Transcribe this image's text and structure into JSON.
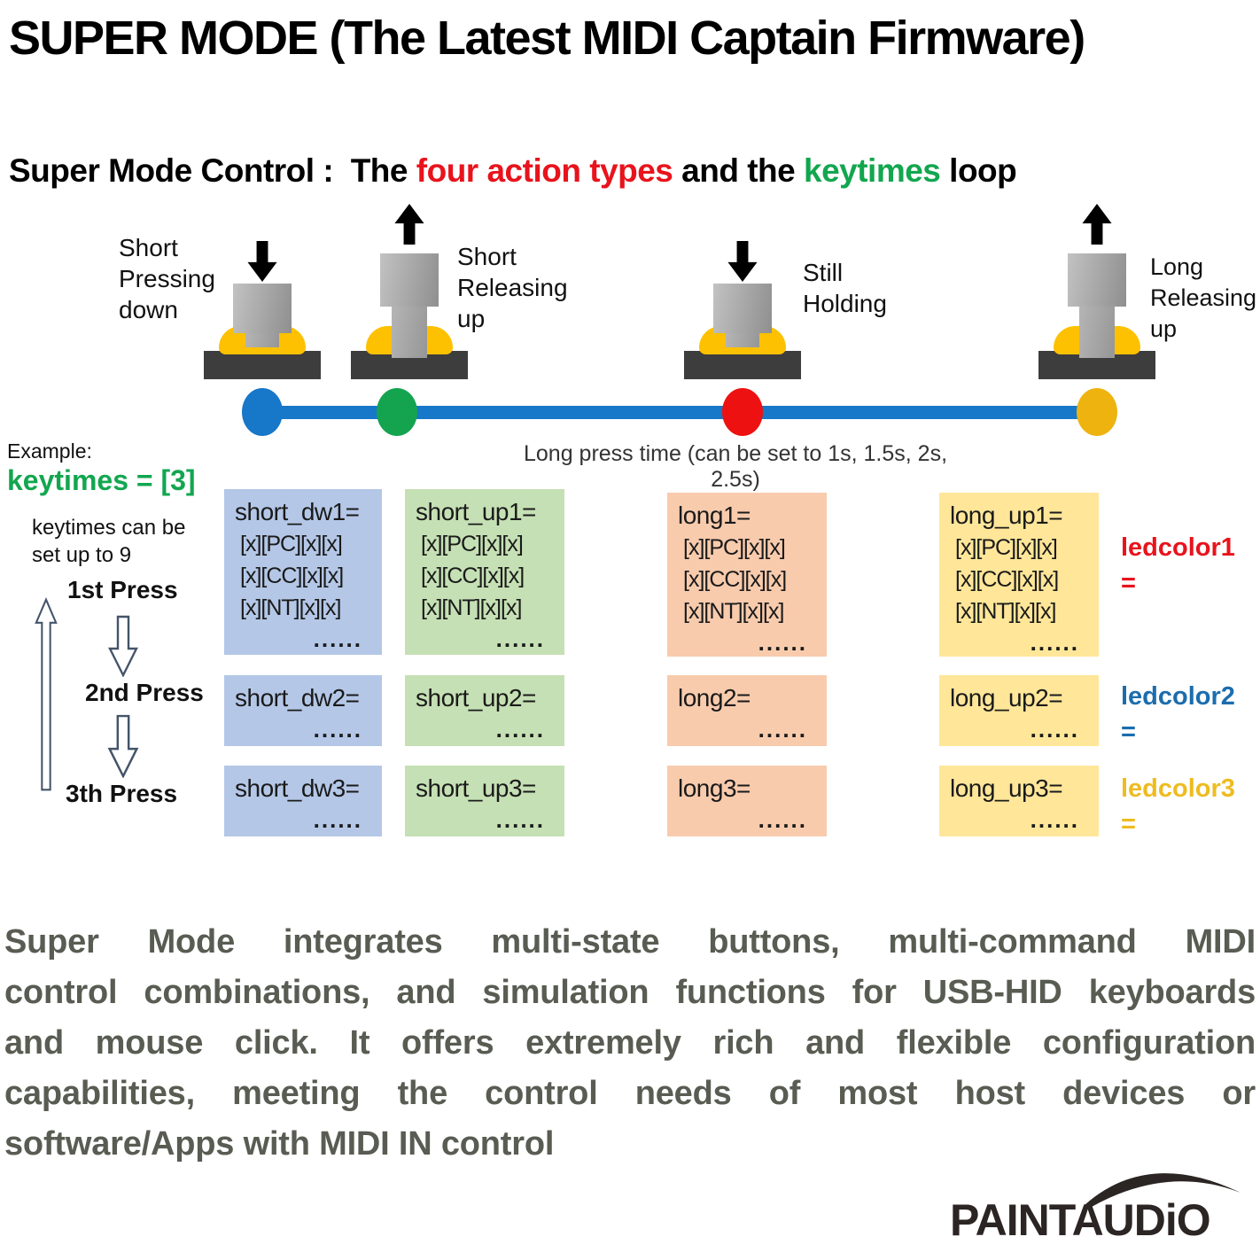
{
  "title": "SUPER MODE (The Latest MIDI Captain Firmware)",
  "subtitle": {
    "prefix": "Super Mode Control :  The ",
    "red_text": "four action types",
    "mid": " and the ",
    "green_text": "keytimes",
    "suffix": " loop"
  },
  "action_labels": [
    {
      "text": "Short\nPressing\ndown"
    },
    {
      "text": "Short\nReleasing\nup"
    },
    {
      "text": "Still\nHolding"
    },
    {
      "text": "Long\nReleasing\nup"
    }
  ],
  "timeline": {
    "caption": "Long press time (can be set to 1s, 1.5s, 2s, 2.5s)"
  },
  "example": {
    "heading": "Example:",
    "keytimes_label": "keytimes = [3]",
    "note": "keytimes can be\nset up to 9",
    "press_1": "1st Press",
    "press_2": "2nd Press",
    "press_3": "3th Press"
  },
  "boxes": [
    {
      "title": "short_dw1=",
      "line1": "[x][PC][x][x]",
      "line2": "[x][CC][x][x]",
      "line3": "[x][NT][x][x]",
      "more": "......"
    },
    {
      "title": "short_up1=",
      "line1": "[x][PC][x][x]",
      "line2": "[x][CC][x][x]",
      "line3": "[x][NT][x][x]",
      "more": "......"
    },
    {
      "title": "long1=",
      "line1": "[x][PC][x][x]",
      "line2": "[x][CC][x][x]",
      "line3": "[x][NT][x][x]",
      "more": "......"
    },
    {
      "title": "long_up1=",
      "line1": "[x][PC][x][x]",
      "line2": "[x][CC][x][x]",
      "line3": "[x][NT][x][x]",
      "more": "......"
    },
    {
      "title": "short_dw2=",
      "more": "......"
    },
    {
      "title": "short_up2=",
      "more": "......"
    },
    {
      "title": "long2=",
      "more": "......"
    },
    {
      "title": "long_up2=",
      "more": "......"
    },
    {
      "title": "short_dw3=",
      "more": "......"
    },
    {
      "title": "short_up3=",
      "more": "......"
    },
    {
      "title": "long3=",
      "more": "......"
    },
    {
      "title": "long_up3=",
      "more": "......"
    }
  ],
  "ledcolors": [
    {
      "label": "ledcolor1",
      "eq": "=",
      "color": "#e8131c"
    },
    {
      "label": "ledcolor2",
      "eq": "=",
      "color": "#1c6dad"
    },
    {
      "label": "ledcolor3",
      "eq": "=",
      "color": "#eebc20"
    }
  ],
  "paragraph": {
    "line1": "Super Mode integrates multi-state buttons, multi-command MIDI",
    "line2": "control combinations, and simulation functions for USB-HID keyboards",
    "line3": "and mouse click. It offers extremely rich and flexible configuration",
    "line4": "capabilities, meeting the control needs of most host devices or",
    "line5": "software/Apps with MIDI IN control"
  },
  "logo": {
    "text": "PAINTAUDiO"
  },
  "palette": {
    "box_blue": "#b4c7e7",
    "box_green": "#c5e0b4",
    "box_salmon": "#f8cbad",
    "box_yellow": "#ffe699",
    "timeline_blue": "#1777c8",
    "dot_blue": "#1777c8",
    "dot_green": "#14a450",
    "dot_red": "#ee1111",
    "dot_yellow": "#efb310",
    "button_base": "#3d3d3d",
    "button_dome": "#fdc101",
    "subtitle_red": "#e8131c",
    "subtitle_green": "#12a64f",
    "paragraph_gray": "#585c52"
  }
}
